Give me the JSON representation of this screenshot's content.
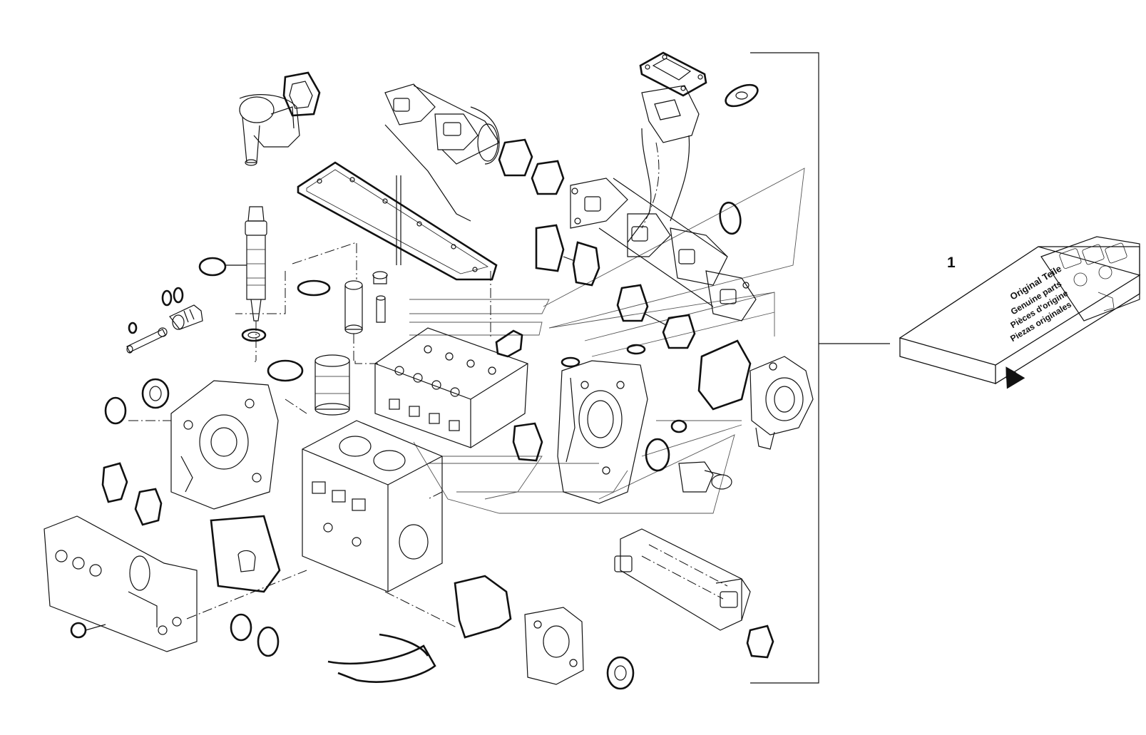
{
  "diagram": {
    "callouts": [
      {
        "number": "1"
      }
    ],
    "kit_box": {
      "text_lines": [
        "Original Teile",
        "Genuine parts",
        "Pièces d'origine",
        "Piezas originales"
      ]
    }
  }
}
